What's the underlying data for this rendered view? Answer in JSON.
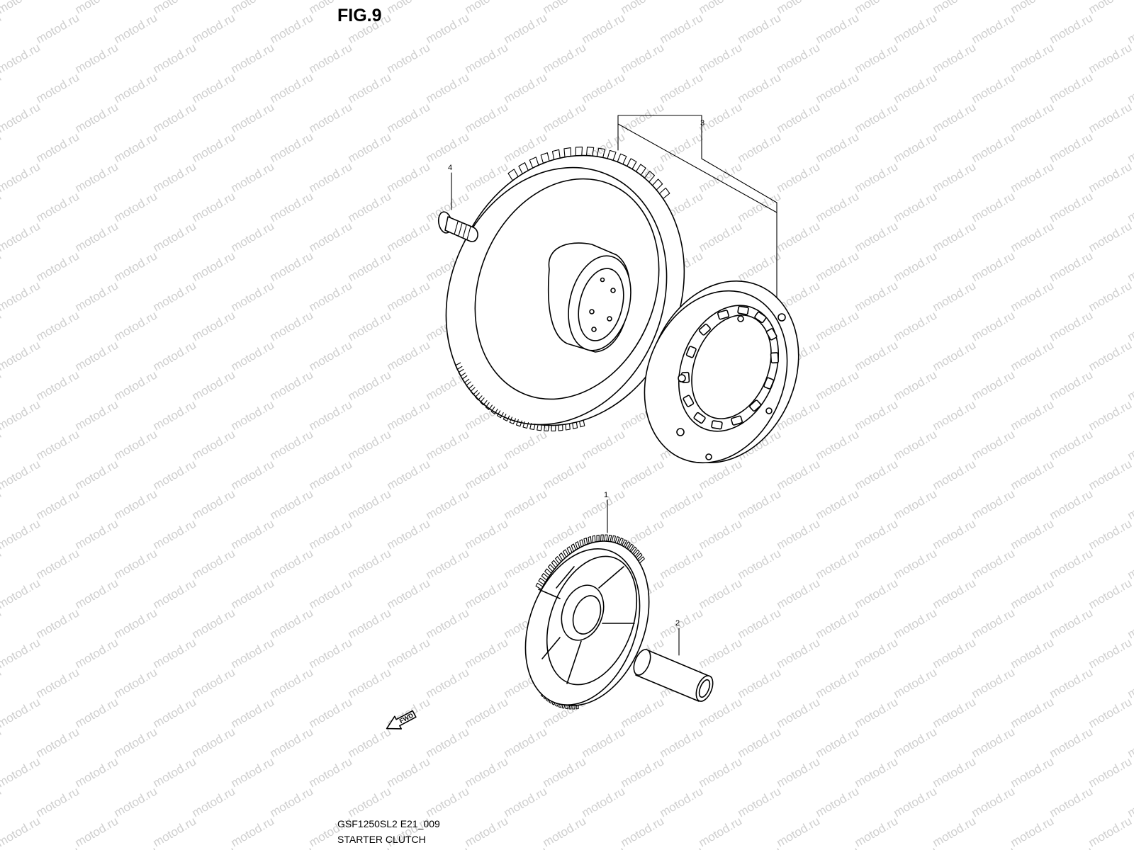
{
  "figure": {
    "title": "FIG.9",
    "code": "GSF1250SL2 E21_009",
    "name": "STARTER CLUTCH"
  },
  "watermark": {
    "text": "motod.ru"
  },
  "callouts": [
    "1",
    "2",
    "3",
    "4"
  ],
  "direction": {
    "label": "FWD"
  },
  "parts": [
    {
      "number": "1",
      "icon": "starter-driven-gear-icon"
    },
    {
      "number": "2",
      "icon": "shaft-pin-icon"
    },
    {
      "number": "3",
      "icon": "starter-clutch-assembly-icon"
    },
    {
      "number": "4",
      "icon": "bolt-icon"
    }
  ]
}
